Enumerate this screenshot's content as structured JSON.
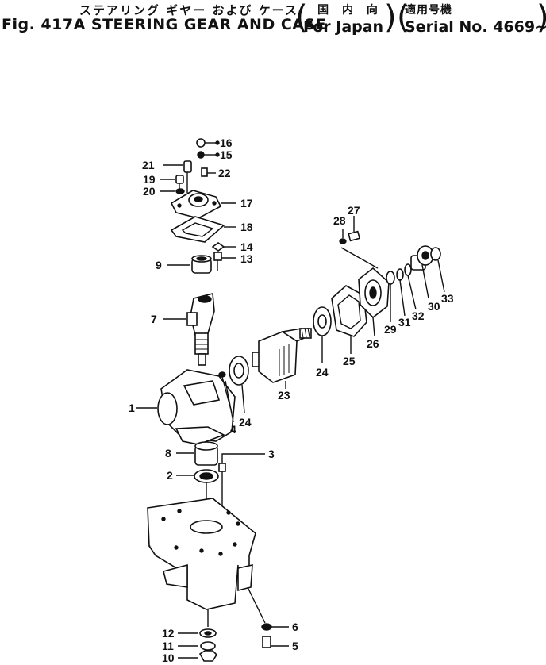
{
  "header": {
    "jp_title": "ステアリング ギヤー および ケース",
    "fig_title": "Fig. 417A STEERING GEAR AND CASE",
    "region_jp": "国 内 向",
    "region_en": "For Japan",
    "serial_jp": "適用号機",
    "serial_en": "Serial No. 4669~"
  },
  "callouts": [
    "16",
    "15",
    "21",
    "22",
    "19",
    "20",
    "17",
    "18",
    "14",
    "13",
    "9",
    "7",
    "1",
    "4",
    "24",
    "23",
    "24",
    "25",
    "26",
    "29",
    "31",
    "32",
    "30",
    "33",
    "28",
    "27",
    "8",
    "3",
    "2",
    "12",
    "11",
    "10",
    "6",
    "5"
  ]
}
